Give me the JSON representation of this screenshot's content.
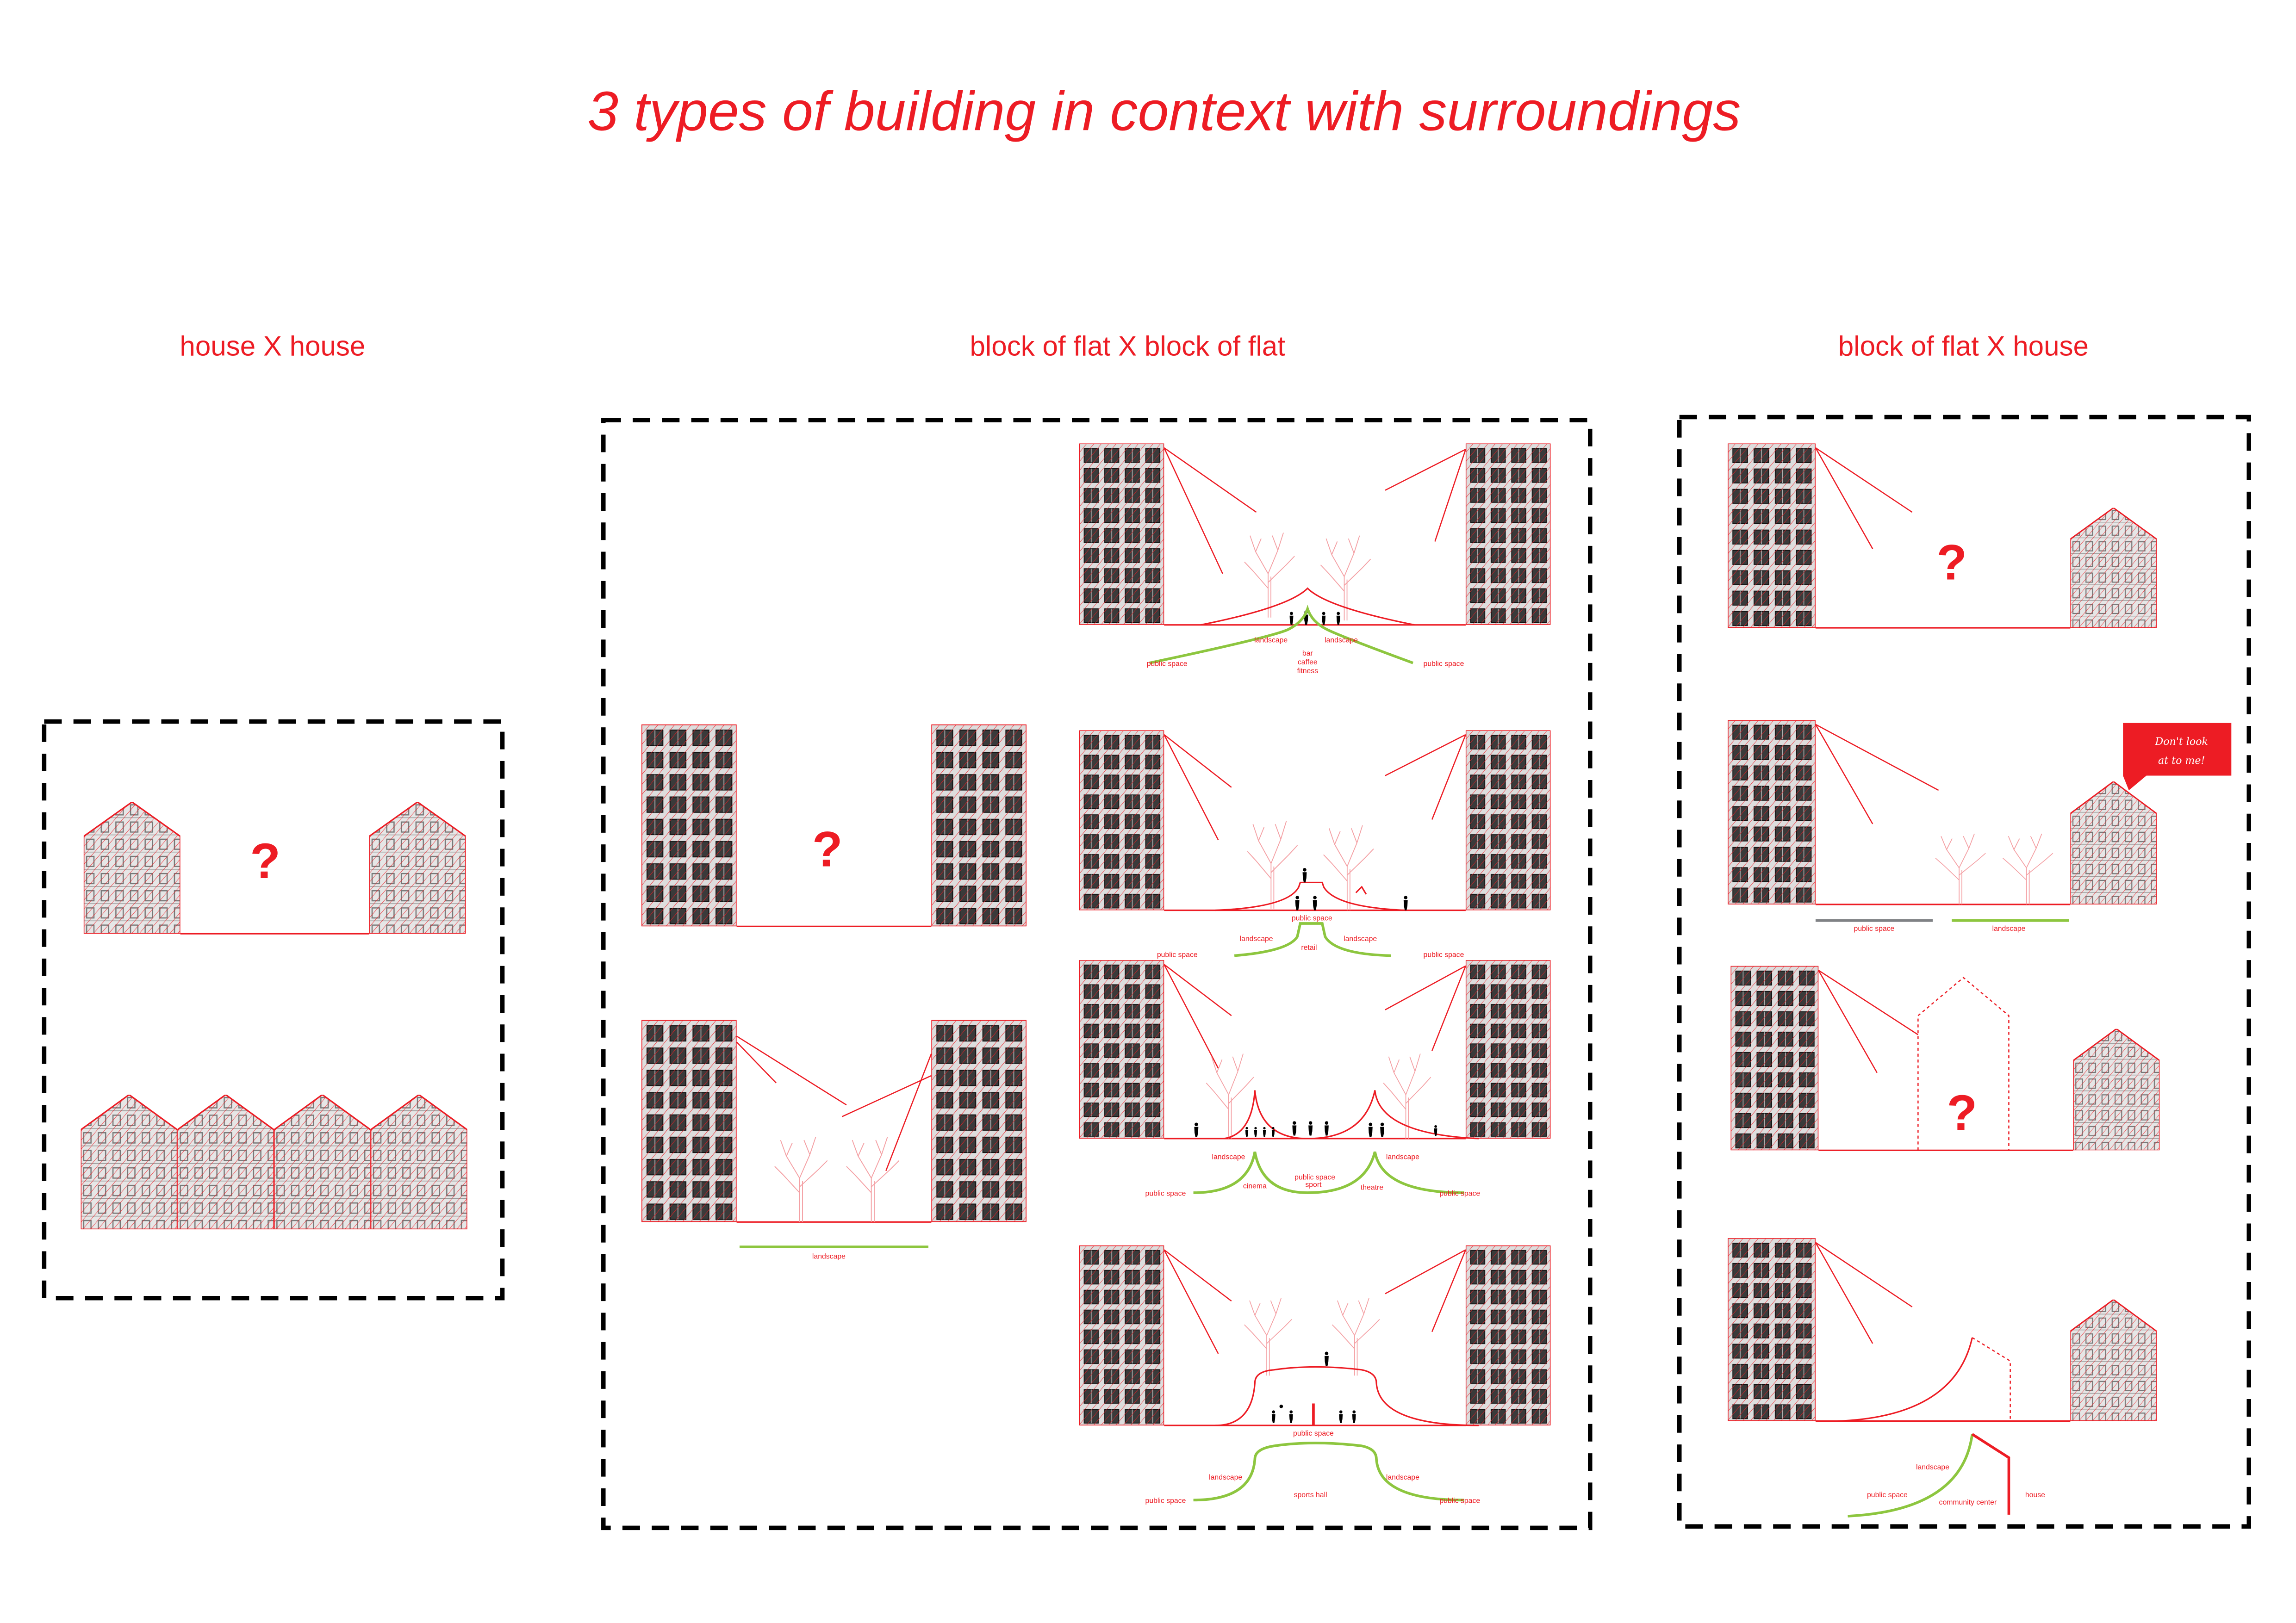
{
  "title": "3 types of building in context with surroundings",
  "colors": {
    "accent": "#ed1c24",
    "green": "#8dc63f",
    "gray": "#808285",
    "frame": "#000000"
  },
  "sections": {
    "house_house": {
      "heading": "house X house",
      "question_mark": "?"
    },
    "flat_flat": {
      "heading": "block of flat X block of flat",
      "question_mark": "?",
      "empty_landscape": {
        "label": "landscape"
      },
      "scene1": {
        "landscape_left": "landscape",
        "landscape_right": "landscape",
        "public_left": "public space",
        "public_right": "public space",
        "center": [
          "bar",
          "caffee",
          "fitness"
        ]
      },
      "scene2": {
        "top": "public space",
        "landscape_left": "landscape",
        "landscape_right": "landscape",
        "center": "retail",
        "public_left": "public space",
        "public_right": "public space"
      },
      "scene3": {
        "landscape_left": "landscape",
        "landscape_right": "landscape",
        "center": [
          "public space",
          "sport"
        ],
        "left": "cinema",
        "right": "theatre",
        "public_left": "public space",
        "public_right": "public space"
      },
      "scene4": {
        "top": "public space",
        "landscape_left": "landscape",
        "landscape_right": "landscape",
        "center": "sports hall",
        "public_left": "public space",
        "public_right": "public space"
      }
    },
    "flat_house": {
      "heading": "block of flat X house",
      "question_mark_1": "?",
      "speech_bubble": [
        "Don't look",
        "at to me!"
      ],
      "scene2": {
        "public": "public space",
        "landscape": "landscape"
      },
      "question_mark_2": "?",
      "scene4": {
        "landscape": "landscape",
        "public": "public space",
        "community": "community center",
        "house": "house"
      }
    }
  }
}
